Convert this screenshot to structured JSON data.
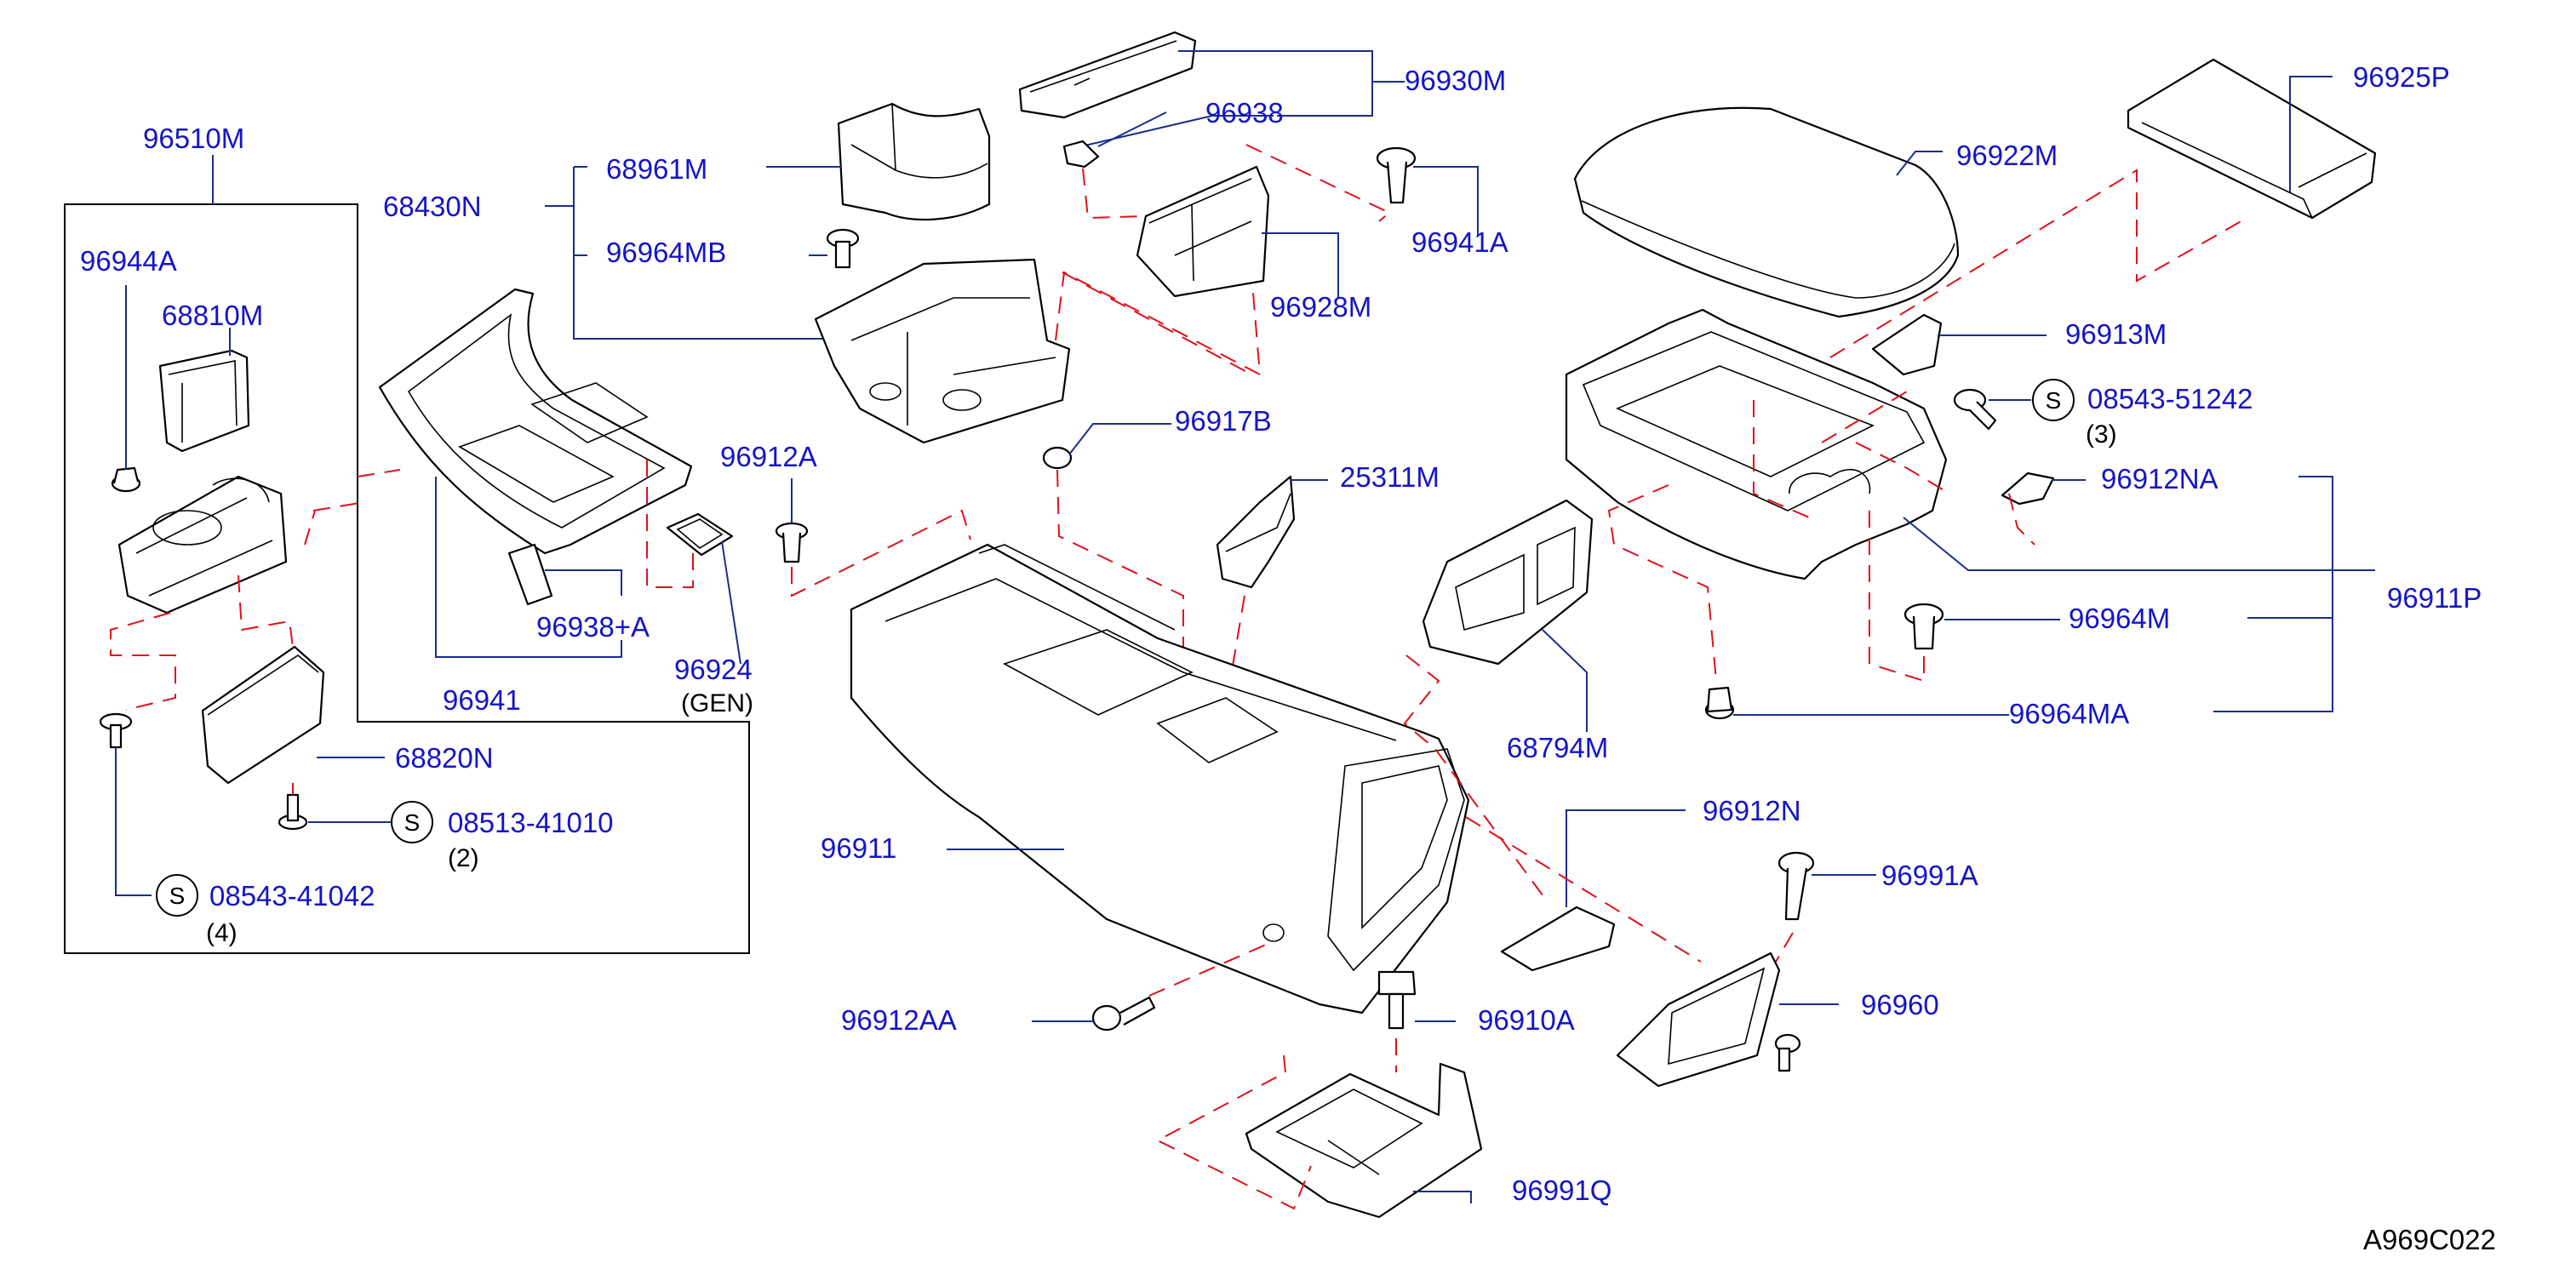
{
  "diagram_code": "A969C022",
  "parts": {
    "p96510M": "96510M",
    "p96944A": "96944A",
    "p68810M": "68810M",
    "p68820N": "68820N",
    "p08513_41010": "08513-41010",
    "p08513_41010_qty": "(2)",
    "p08543_41042": "08543-41042",
    "p08543_41042_qty": "(4)",
    "p68430N": "68430N",
    "p68961M": "68961M",
    "p96964MB": "96964MB",
    "p96938A": "96938+A",
    "p96941": "96941",
    "p96924": "96924",
    "p96924_note": "(GEN)",
    "p96912A": "96912A",
    "p96930M": "96930M",
    "p96938": "96938",
    "p96941A": "96941A",
    "p96928M": "96928M",
    "p96917B": "96917B",
    "p25311M": "25311M",
    "p96911": "96911",
    "p96912AA": "96912AA",
    "p96910A": "96910A",
    "p96991Q": "96991Q",
    "p68794M": "68794M",
    "p96912N": "96912N",
    "p96991A": "96991A",
    "p96960": "96960",
    "p96925P": "96925P",
    "p96922M": "96922M",
    "p96913M": "96913M",
    "p08543_51242": "08543-51242",
    "p08543_51242_qty": "(3)",
    "p96912NA": "96912NA",
    "p96911P": "96911P",
    "p96964M": "96964M",
    "p96964MA": "96964MA"
  },
  "symbols": {
    "standard_part": "S"
  }
}
